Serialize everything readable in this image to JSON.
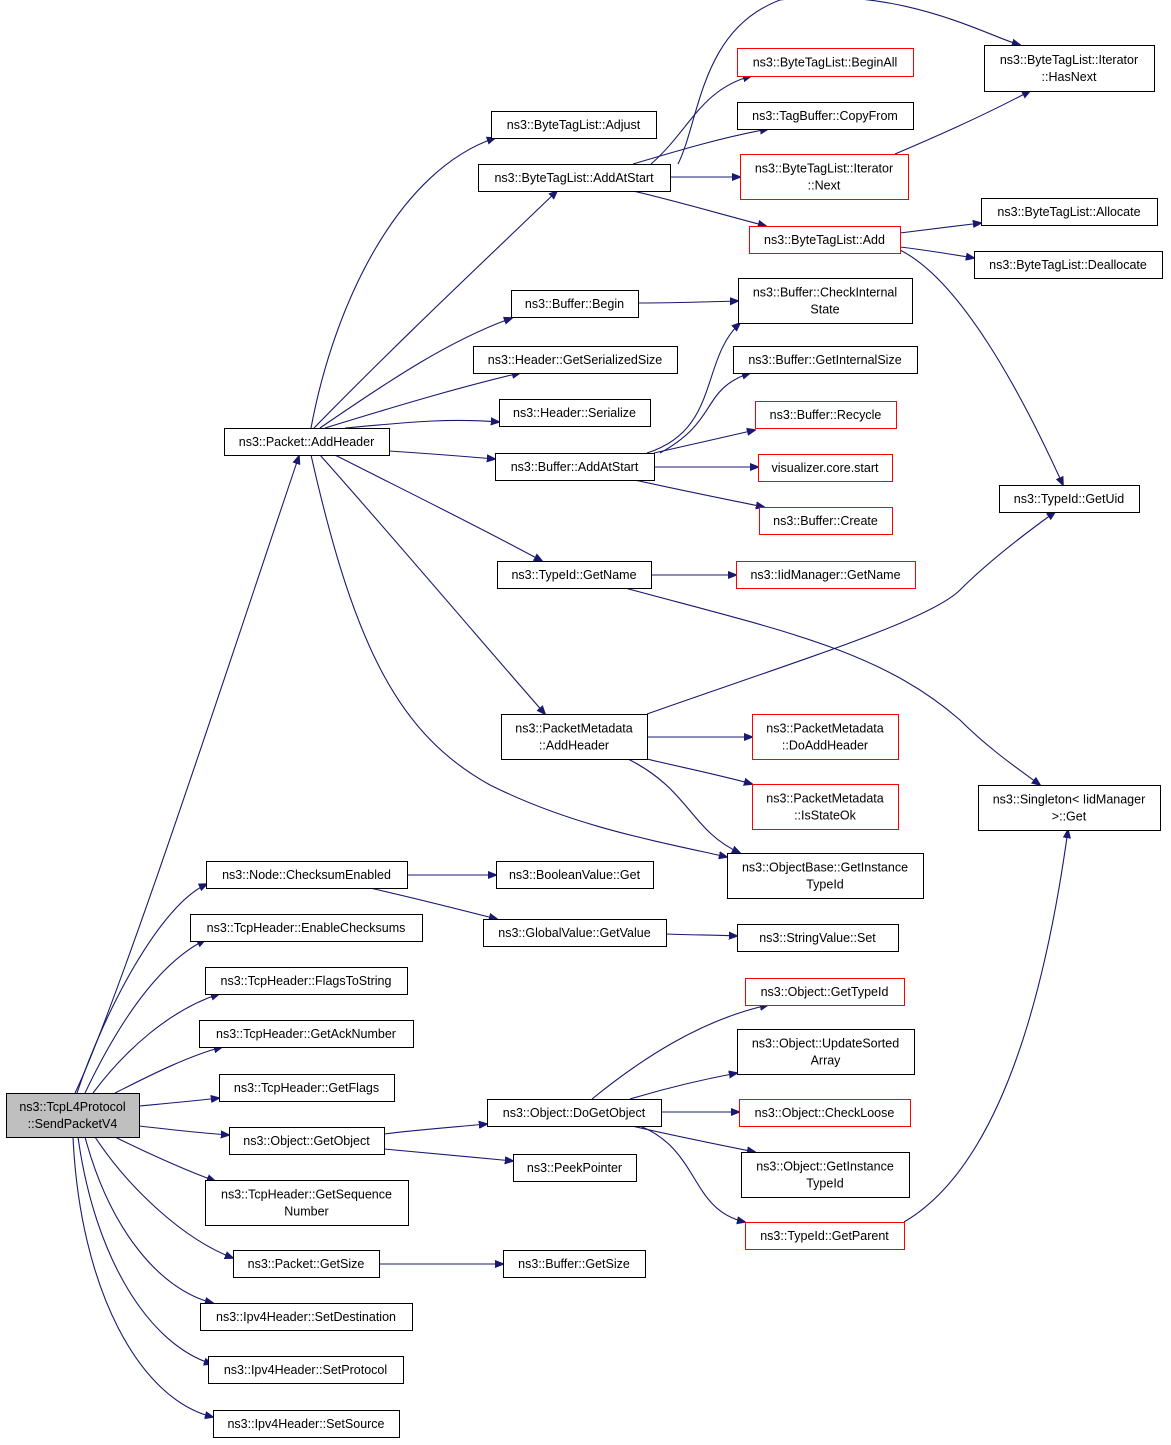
{
  "graph": {
    "colors": {
      "edge": "#191970",
      "normal_border": "#000000",
      "truncated_border": "#ff0000",
      "root_fill": "#bfbfbf"
    },
    "nodes": [
      {
        "id": "root",
        "lines": [
          "ns3::TcpL4Protocol",
          "::SendPacketV4"
        ],
        "style": "root"
      },
      {
        "id": "pkt_addheader",
        "lines": [
          "ns3::Packet::AddHeader"
        ],
        "style": "normal"
      },
      {
        "id": "btl_adjust",
        "lines": [
          "ns3::ByteTagList::Adjust"
        ],
        "style": "normal"
      },
      {
        "id": "btl_addatstart",
        "lines": [
          "ns3::ByteTagList::AddAtStart"
        ],
        "style": "normal"
      },
      {
        "id": "btl_beginall",
        "lines": [
          "ns3::ByteTagList::BeginAll"
        ],
        "style": "red"
      },
      {
        "id": "btl_it_hasnext",
        "lines": [
          "ns3::ByteTagList::Iterator",
          "::HasNext"
        ],
        "style": "normal"
      },
      {
        "id": "tagbuf_copyfrom",
        "lines": [
          "ns3::TagBuffer::CopyFrom"
        ],
        "style": "normal"
      },
      {
        "id": "btl_it_next",
        "lines": [
          "ns3::ByteTagList::Iterator",
          "::Next"
        ],
        "style": "red"
      },
      {
        "id": "btl_add",
        "lines": [
          "ns3::ByteTagList::Add"
        ],
        "style": "red"
      },
      {
        "id": "btl_allocate",
        "lines": [
          "ns3::ByteTagList::Allocate"
        ],
        "style": "normal"
      },
      {
        "id": "btl_deallocate",
        "lines": [
          "ns3::ByteTagList::Deallocate"
        ],
        "style": "normal"
      },
      {
        "id": "buf_begin",
        "lines": [
          "ns3::Buffer::Begin"
        ],
        "style": "normal"
      },
      {
        "id": "buf_checkinternal",
        "lines": [
          "ns3::Buffer::CheckInternal",
          "State"
        ],
        "style": "normal"
      },
      {
        "id": "hdr_getserializedsize",
        "lines": [
          "ns3::Header::GetSerializedSize"
        ],
        "style": "normal"
      },
      {
        "id": "buf_getinternalsize",
        "lines": [
          "ns3::Buffer::GetInternalSize"
        ],
        "style": "normal"
      },
      {
        "id": "hdr_serialize",
        "lines": [
          "ns3::Header::Serialize"
        ],
        "style": "normal"
      },
      {
        "id": "buf_recycle",
        "lines": [
          "ns3::Buffer::Recycle"
        ],
        "style": "red"
      },
      {
        "id": "buf_addatstart",
        "lines": [
          "ns3::Buffer::AddAtStart"
        ],
        "style": "normal"
      },
      {
        "id": "viz_start",
        "lines": [
          "visualizer.core.start"
        ],
        "style": "red"
      },
      {
        "id": "typeid_getuid",
        "lines": [
          "ns3::TypeId::GetUid"
        ],
        "style": "normal"
      },
      {
        "id": "buf_create",
        "lines": [
          "ns3::Buffer::Create"
        ],
        "style": "red"
      },
      {
        "id": "typeid_getname",
        "lines": [
          "ns3::TypeId::GetName"
        ],
        "style": "normal"
      },
      {
        "id": "iidmgr_getname",
        "lines": [
          "ns3::IidManager::GetName"
        ],
        "style": "red"
      },
      {
        "id": "pmd_addheader",
        "lines": [
          "ns3::PacketMetadata",
          "::AddHeader"
        ],
        "style": "normal"
      },
      {
        "id": "pmd_doaddheader",
        "lines": [
          "ns3::PacketMetadata",
          "::DoAddHeader"
        ],
        "style": "red"
      },
      {
        "id": "singleton_get",
        "lines": [
          "ns3::Singleton< IidManager",
          ">::Get"
        ],
        "style": "normal"
      },
      {
        "id": "pmd_isstateok",
        "lines": [
          "ns3::PacketMetadata",
          "::IsStateOk"
        ],
        "style": "red"
      },
      {
        "id": "objbase_getinstancetypeid",
        "lines": [
          "ns3::ObjectBase::GetInstance",
          "TypeId"
        ],
        "style": "normal"
      },
      {
        "id": "node_checksumenabled",
        "lines": [
          "ns3::Node::ChecksumEnabled"
        ],
        "style": "normal"
      },
      {
        "id": "boolval_get",
        "lines": [
          "ns3::BooleanValue::Get"
        ],
        "style": "normal"
      },
      {
        "id": "tcphdr_enablechecksums",
        "lines": [
          "ns3::TcpHeader::EnableChecksums"
        ],
        "style": "normal"
      },
      {
        "id": "globalval_getvalue",
        "lines": [
          "ns3::GlobalValue::GetValue"
        ],
        "style": "normal"
      },
      {
        "id": "strval_set",
        "lines": [
          "ns3::StringValue::Set"
        ],
        "style": "normal"
      },
      {
        "id": "tcphdr_flagstostring",
        "lines": [
          "ns3::TcpHeader::FlagsToString"
        ],
        "style": "normal"
      },
      {
        "id": "obj_gettypeid",
        "lines": [
          "ns3::Object::GetTypeId"
        ],
        "style": "red"
      },
      {
        "id": "tcphdr_getacknumber",
        "lines": [
          "ns3::TcpHeader::GetAckNumber"
        ],
        "style": "normal"
      },
      {
        "id": "obj_updatesortedarray",
        "lines": [
          "ns3::Object::UpdateSorted",
          "Array"
        ],
        "style": "normal"
      },
      {
        "id": "tcphdr_getflags",
        "lines": [
          "ns3::TcpHeader::GetFlags"
        ],
        "style": "normal"
      },
      {
        "id": "obj_dogetobject",
        "lines": [
          "ns3::Object::DoGetObject"
        ],
        "style": "normal"
      },
      {
        "id": "obj_checkloose",
        "lines": [
          "ns3::Object::CheckLoose"
        ],
        "style": "red"
      },
      {
        "id": "obj_getobject",
        "lines": [
          "ns3::Object::GetObject"
        ],
        "style": "normal"
      },
      {
        "id": "peekpointer",
        "lines": [
          "ns3::PeekPointer"
        ],
        "style": "normal"
      },
      {
        "id": "obj_getinstancetypeid",
        "lines": [
          "ns3::Object::GetInstance",
          "TypeId"
        ],
        "style": "normal"
      },
      {
        "id": "tcphdr_getseqnumber",
        "lines": [
          "ns3::TcpHeader::GetSequence",
          "Number"
        ],
        "style": "normal"
      },
      {
        "id": "typeid_getparent",
        "lines": [
          "ns3::TypeId::GetParent"
        ],
        "style": "red"
      },
      {
        "id": "pkt_getsize",
        "lines": [
          "ns3::Packet::GetSize"
        ],
        "style": "normal"
      },
      {
        "id": "buf_getsize",
        "lines": [
          "ns3::Buffer::GetSize"
        ],
        "style": "normal"
      },
      {
        "id": "ipv4hdr_setdestination",
        "lines": [
          "ns3::Ipv4Header::SetDestination"
        ],
        "style": "normal"
      },
      {
        "id": "ipv4hdr_setprotocol",
        "lines": [
          "ns3::Ipv4Header::SetProtocol"
        ],
        "style": "normal"
      },
      {
        "id": "ipv4hdr_setsource",
        "lines": [
          "ns3::Ipv4Header::SetSource"
        ],
        "style": "normal"
      }
    ],
    "edges": [
      [
        "root",
        "pkt_addheader"
      ],
      [
        "root",
        "node_checksumenabled"
      ],
      [
        "root",
        "tcphdr_enablechecksums"
      ],
      [
        "root",
        "tcphdr_flagstostring"
      ],
      [
        "root",
        "tcphdr_getacknumber"
      ],
      [
        "root",
        "tcphdr_getflags"
      ],
      [
        "root",
        "obj_getobject"
      ],
      [
        "root",
        "tcphdr_getseqnumber"
      ],
      [
        "root",
        "pkt_getsize"
      ],
      [
        "root",
        "ipv4hdr_setdestination"
      ],
      [
        "root",
        "ipv4hdr_setprotocol"
      ],
      [
        "root",
        "ipv4hdr_setsource"
      ],
      [
        "pkt_addheader",
        "btl_adjust"
      ],
      [
        "pkt_addheader",
        "btl_addatstart"
      ],
      [
        "pkt_addheader",
        "buf_begin"
      ],
      [
        "pkt_addheader",
        "hdr_getserializedsize"
      ],
      [
        "pkt_addheader",
        "hdr_serialize"
      ],
      [
        "pkt_addheader",
        "buf_addatstart"
      ],
      [
        "pkt_addheader",
        "typeid_getname"
      ],
      [
        "pkt_addheader",
        "pmd_addheader"
      ],
      [
        "pkt_addheader",
        "objbase_getinstancetypeid"
      ],
      [
        "btl_addatstart",
        "btl_beginall"
      ],
      [
        "btl_addatstart",
        "btl_it_hasnext"
      ],
      [
        "btl_addatstart",
        "tagbuf_copyfrom"
      ],
      [
        "btl_addatstart",
        "btl_it_next"
      ],
      [
        "btl_addatstart",
        "btl_add"
      ],
      [
        "btl_it_next",
        "btl_it_hasnext"
      ],
      [
        "btl_add",
        "btl_allocate"
      ],
      [
        "btl_add",
        "btl_deallocate"
      ],
      [
        "btl_add",
        "typeid_getuid"
      ],
      [
        "buf_begin",
        "buf_checkinternal"
      ],
      [
        "buf_addatstart",
        "buf_checkinternal"
      ],
      [
        "buf_addatstart",
        "buf_getinternalsize"
      ],
      [
        "buf_addatstart",
        "buf_recycle"
      ],
      [
        "buf_addatstart",
        "viz_start"
      ],
      [
        "buf_addatstart",
        "buf_create"
      ],
      [
        "typeid_getname",
        "iidmgr_getname"
      ],
      [
        "typeid_getname",
        "singleton_get"
      ],
      [
        "pmd_addheader",
        "typeid_getuid"
      ],
      [
        "pmd_addheader",
        "pmd_doaddheader"
      ],
      [
        "pmd_addheader",
        "pmd_isstateok"
      ],
      [
        "pmd_addheader",
        "objbase_getinstancetypeid"
      ],
      [
        "node_checksumenabled",
        "boolval_get"
      ],
      [
        "node_checksumenabled",
        "globalval_getvalue"
      ],
      [
        "globalval_getvalue",
        "strval_set"
      ],
      [
        "obj_getobject",
        "obj_dogetobject"
      ],
      [
        "obj_getobject",
        "peekpointer"
      ],
      [
        "obj_dogetobject",
        "obj_gettypeid"
      ],
      [
        "obj_dogetobject",
        "obj_updatesortedarray"
      ],
      [
        "obj_dogetobject",
        "obj_checkloose"
      ],
      [
        "obj_dogetobject",
        "obj_getinstancetypeid"
      ],
      [
        "obj_dogetobject",
        "typeid_getparent"
      ],
      [
        "typeid_getparent",
        "singleton_get"
      ],
      [
        "pkt_getsize",
        "buf_getsize"
      ]
    ]
  }
}
